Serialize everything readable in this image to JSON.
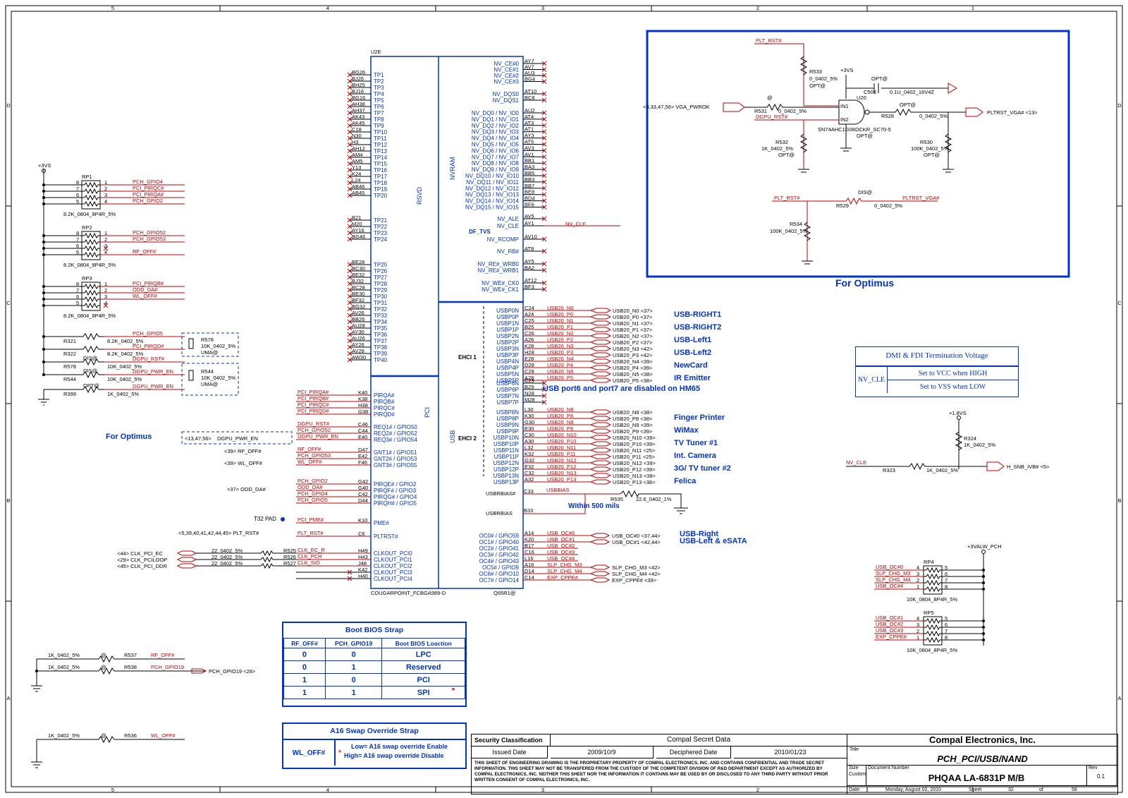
{
  "frame": {
    "columns": [
      "5",
      "4",
      "3",
      "2",
      "1"
    ],
    "rows": [
      "D",
      "C",
      "B",
      "A"
    ]
  },
  "chip": {
    "ref": "U2E",
    "part": "COUGARPOINT_FCBGA989-D",
    "pcb_ref": "Q65R1@",
    "sections": {
      "rsvd": "RSVD",
      "nvram": "NVRAM",
      "pci": "PCI",
      "usb": "USB",
      "ehci1": "EHCI 1",
      "ehci2": "EHCI 2"
    },
    "left_tp": [
      [
        "BG26",
        "TP1"
      ],
      [
        "BJ26",
        "TP2"
      ],
      [
        "BH25",
        "TP3"
      ],
      [
        "BJ16",
        "TP4"
      ],
      [
        "BG16",
        "TP5"
      ],
      [
        "AH38",
        "TP6"
      ],
      [
        "AH37",
        "TP7"
      ],
      [
        "AK43",
        "TP8"
      ],
      [
        "AK45",
        "TP9"
      ],
      [
        "C18",
        "TP10"
      ],
      [
        "N30",
        "TP11"
      ],
      [
        "H3",
        "TP12"
      ],
      [
        "AH12",
        "TP13"
      ],
      [
        "AM4",
        "TP14"
      ],
      [
        "AM5",
        "TP15"
      ],
      [
        "Y13",
        "TP16"
      ],
      [
        "K24",
        "TP17"
      ],
      [
        "L24",
        "TP18"
      ],
      [
        "AB46",
        "TP19"
      ],
      [
        "AB45",
        "TP20"
      ]
    ],
    "left_tp2": [
      [
        "B21",
        "TP21"
      ],
      [
        "M20",
        "TP22"
      ],
      [
        "AY16",
        "TP23"
      ],
      [
        "BG46",
        "TP24"
      ]
    ],
    "left_tp3": [
      [
        "BE28",
        "TP25"
      ],
      [
        "BC30",
        "TP26"
      ],
      [
        "BE32",
        "TP27"
      ],
      [
        "BJ32",
        "TP28"
      ],
      [
        "BC28",
        "TP29"
      ],
      [
        "BE30",
        "TP30"
      ],
      [
        "BF32",
        "TP31"
      ],
      [
        "BG32",
        "TP32"
      ],
      [
        "AV26",
        "TP33"
      ],
      [
        "BB26",
        "TP34"
      ],
      [
        "AU28",
        "TP35"
      ],
      [
        "AY30",
        "TP36"
      ],
      [
        "AU26",
        "TP37"
      ],
      [
        "AY26",
        "TP38"
      ],
      [
        "AV28",
        "TP39"
      ],
      [
        "AW30",
        "TP40"
      ]
    ],
    "pci_pins": [
      [
        "PCI_PIRQA#",
        "K40",
        "PIRQA#"
      ],
      [
        "PCI_PIRQB#",
        "K38",
        "PIRQB#"
      ],
      [
        "PCI_PIRQC#",
        "H38",
        "PIRQC#"
      ],
      [
        "PCI_PIRQD#",
        "G38",
        "PIRQD#"
      ],
      [
        "DGPU_RST#",
        "C46",
        "REQ1# / GPIO50"
      ],
      [
        "PCH_GPIO52",
        "C44",
        "REQ2# / GPIO52"
      ],
      [
        "DGPU_PWR_EN",
        "E40",
        "REQ3# / GPIO54"
      ],
      [
        "RF_OFF#",
        "D47",
        "GNT1# / GPIO51"
      ],
      [
        "PCH_GPIO53",
        "E42",
        "GNT2# / GPIO53"
      ],
      [
        "WL_OFF#",
        "F46",
        "GNT3# / GPIO55"
      ],
      [
        "PCH_GPIO2",
        "G42",
        "PIRQE# / GPIO2"
      ],
      [
        "ODD_DA#",
        "G40",
        "PIRQF# / GPIO3"
      ],
      [
        "PCH_GPIO4",
        "C42",
        "PIRQG# / GPIO4"
      ],
      [
        "PCH_GPIO5",
        "D44",
        "PIRQH# / GPIO5"
      ],
      [
        "PCI_PME#",
        "K10",
        "PME#"
      ],
      [
        "PLT_RST#",
        "C6",
        "PLTRST#"
      ],
      [
        "CLK_EC_R",
        "H49",
        "CLKOUT_PCI0"
      ],
      [
        "CLK_PCH",
        "H43",
        "CLKOUT_PCI1"
      ],
      [
        "CLK_SIO",
        "J48",
        "CLKOUT_PCI2"
      ],
      [
        "",
        "K42",
        "CLKOUT_PCI3"
      ],
      [
        "",
        "H40",
        "CLKOUT_PCI4"
      ]
    ],
    "nv_pins": [
      [
        "NV_CE#0",
        "AY7"
      ],
      [
        "NV_CE#1",
        "AV7"
      ],
      [
        "NV_CE#2",
        "AU3"
      ],
      [
        "NV_CE#3",
        "BG4"
      ],
      [
        "NV_DQS0",
        "AT10"
      ],
      [
        "NV_DQS1",
        "BC8"
      ],
      [
        "NV_DQ0 / NV_IO0",
        "AU2"
      ],
      [
        "NV_DQ1 / NV_IO1",
        "AT4"
      ],
      [
        "NV_DQ2 / NV_IO2",
        "AT3"
      ],
      [
        "NV_DQ3 / NV_IO3",
        "AT1"
      ],
      [
        "NV_DQ4 / NV_IO4",
        "AY3"
      ],
      [
        "NV_DQ5 / NV_IO5",
        "AT5"
      ],
      [
        "NV_DQ6 / NV_IO6",
        "AV3"
      ],
      [
        "NV_DQ7 / NV_IO7",
        "AV1"
      ],
      [
        "NV_DQ8 / NV_IO8",
        "BB1"
      ],
      [
        "NV_DQ9 / NV_IO9",
        "BA3"
      ],
      [
        "NV_DQ10 / NV_IO10",
        "BB5"
      ],
      [
        "NV_DQ11 / NV_IO11",
        "BB3"
      ],
      [
        "NV_DQ12 / NV_IO12",
        "BB7"
      ],
      [
        "NV_DQ13 / NV_IO13",
        "BE8"
      ],
      [
        "NV_DQ14 / NV_IO14",
        "BD4"
      ],
      [
        "NV_DQ15 / NV_IO15",
        "BF6"
      ],
      [
        "NV_ALE",
        "AV5"
      ],
      [
        "NV_CLE",
        "AY1"
      ],
      [
        "NV_RCOMP",
        "AV10"
      ],
      [
        "NV_RB#",
        "AT8"
      ],
      [
        "NV_RE#_WRB0",
        "AY5"
      ],
      [
        "NV_RE#_WRB1",
        "BA2"
      ],
      [
        "NV_WE#_CK0",
        "AT12"
      ],
      [
        "NV_WE#_CK1",
        "BF3"
      ]
    ],
    "df_tvs": "DF_TVS",
    "usb_ports": [
      [
        "USBP0N",
        "C24",
        "USB20_N0",
        "USB20_N0 <37>"
      ],
      [
        "USBP0P",
        "A24",
        "USB20_P0",
        "USB20_P0 <37>"
      ],
      [
        "USBP1N",
        "C25",
        "USB20_N1",
        "USB20_N1 <37>"
      ],
      [
        "USBP1P",
        "B25",
        "USB20_P1",
        "USB20_P1 <37>"
      ],
      [
        "USBP2N",
        "C26",
        "USB20_N2",
        "USB20_N2 <37>"
      ],
      [
        "USBP2P",
        "A26",
        "USB20_P2",
        "USB20_P2 <37>"
      ],
      [
        "USBP3N",
        "K28",
        "USB20_N3",
        "USB20_N3 <42>"
      ],
      [
        "USBP3P",
        "H28",
        "USB20_P3",
        "USB20_P3 <42>"
      ],
      [
        "USBP4N",
        "E28",
        "USB20_N4",
        "USB20_N4 <39>"
      ],
      [
        "USBP4P",
        "D28",
        "USB20_P4",
        "USB20_P4 <39>"
      ],
      [
        "USBP5N",
        "C28",
        "USB20_N5",
        "USB20_N5 <38>"
      ],
      [
        "USBP5P",
        "A28",
        "USB20_P5",
        "USB20_P5 <38>"
      ],
      [
        "USBP6N",
        "C29",
        "",
        ""
      ],
      [
        "USBP6P",
        "B29",
        "",
        ""
      ],
      [
        "USBP7N",
        "N28",
        "",
        ""
      ],
      [
        "USBP7P",
        "M28",
        "",
        ""
      ],
      [
        "USBP8N",
        "L30",
        "USB20_N8",
        "USB20_N8 <38>"
      ],
      [
        "USBP8P",
        "K30",
        "USB20_P8",
        "USB20_P8 <38>"
      ],
      [
        "USBP9N",
        "G30",
        "USB20_N9",
        "USB20_N9 <39>"
      ],
      [
        "USBP9P",
        "E30",
        "USB20_P9",
        "USB20_P9 <39>"
      ],
      [
        "USBP10N",
        "C30",
        "USB20_N10",
        "USB20_N10 <39>"
      ],
      [
        "USBP10P",
        "A30",
        "USB20_P10",
        "USB20_P10 <39>"
      ],
      [
        "USBP11N",
        "L32",
        "USB20_N11",
        "USB20_N11 <25>"
      ],
      [
        "USBP11P",
        "K32",
        "USB20_P11",
        "USB20_P11 <25>"
      ],
      [
        "USBP12N",
        "G32",
        "USB20_N12",
        "USB20_N12 <39>"
      ],
      [
        "USBP12P",
        "E32",
        "USB20_P12",
        "USB20_P12 <39>"
      ],
      [
        "USBP13N",
        "C32",
        "USB20_N13",
        "USB20_N13 <38>"
      ],
      [
        "USBP13P",
        "A32",
        "USB20_P13",
        "USB20_P13 <38>"
      ]
    ],
    "usb_labels": [
      "USB-RIGHT1",
      "USB-RIGHT2",
      "USB-Left1",
      "USB-Left2",
      "NewCard",
      "IR Emitter",
      "Finger Printer",
      "WiMax",
      "TV Tuner #1",
      "Int. Camera",
      "3G/ TV tuner #2",
      "Felica"
    ],
    "usb_note": "USB port6 and port7 are disabled on HM65",
    "usbrbias": {
      "pin1": "USBRBIAS#",
      "pad1": "C33",
      "pin2": "USBRBIAS",
      "pad2": "B33",
      "net": "USBBIAS",
      "res": "R535",
      "val": "22.6_0402_1%",
      "note": "Within 500 mils"
    },
    "oc_pins": [
      [
        "OC0# / GPIO59",
        "A14",
        "USB_OC#0",
        "USB_OC#0 <37,44>"
      ],
      [
        "OC1# / GPIO40",
        "K20",
        "USB_OC#1",
        "USB_OC#1 <42,44>"
      ],
      [
        "OC2# / GPIO41",
        "B17",
        "USB_OC#2",
        ""
      ],
      [
        "OC3# / GPIO42",
        "C16",
        "USB_OC#3",
        ""
      ],
      [
        "OC4# / GPIO43",
        "L16",
        "USB_OC#4",
        ""
      ],
      [
        "OC5# / GPIO9",
        "A16",
        "SLP_CHG_M3",
        "SLP_CHG_M3 <42>"
      ],
      [
        "OC6# / GPIO10",
        "D14",
        "SLP_CHG_M4",
        "SLP_CHG_M4 <42>"
      ],
      [
        "OC7# / GPIO14",
        "C14",
        "EXP_CPPE#",
        "EXP_CPPE# <39>"
      ]
    ],
    "oc_labels": [
      "USB-Right",
      "USB-Left & eSATA"
    ]
  },
  "left_parts": {
    "rail": "+3VS",
    "rp1": {
      "ref": "RP1",
      "val": "8.2K_0804_8P4R_5%",
      "pins": [
        "8",
        "7",
        "6",
        "5"
      ],
      "pins2": [
        "1",
        "2",
        "3",
        "4"
      ],
      "nets": [
        "PCH_GPIO4",
        "PCI_PIRQC#",
        "PCI_PIRQA#",
        "PCH_GPIO2"
      ]
    },
    "rp2": {
      "ref": "RP2",
      "val": "8.2K_0804_8P4R_5%",
      "pins": [
        "8",
        "7",
        "6",
        "5"
      ],
      "pins2": [
        "1",
        "2",
        "3",
        "4"
      ],
      "nets": [
        "PCH_GPIO52",
        "PCH_GPIO53",
        "",
        "RF_OFF#"
      ]
    },
    "rp3": {
      "ref": "RP3",
      "val": "8.2K_0804_8P4R_5%",
      "pins": [
        "8",
        "7",
        "6",
        "5"
      ],
      "pins2": [
        "1",
        "2",
        "3",
        "4"
      ],
      "nets": [
        "PCI_PIRQB#",
        "ODD_DA#",
        "WL_OFF#",
        ""
      ]
    },
    "resistors": [
      {
        "ref": "R321",
        "val": "8.2K_0402_5%",
        "net": "PCH_GPIO5",
        "pre": ""
      },
      {
        "ref": "R322",
        "val": "8.2K_0402_5%",
        "net": "PCI_PIRQD#",
        "pre": ""
      },
      {
        "ref": "R578",
        "val": "10K_0402_5%",
        "net": "DGPU_RST#",
        "pre": "DIS@"
      },
      {
        "ref": "R544",
        "val": "10K_0402_5%",
        "net": "DGPU_PWR_EN",
        "pre": "DIS@"
      },
      {
        "ref": "R399",
        "val": "1K_0402_5%",
        "net": "DGPU_PWR_EN",
        "pre": "OPT@"
      }
    ],
    "uma1": {
      "ref": "R578",
      "val": "10K_0402_5%",
      "opt": "UMA@"
    },
    "uma2": {
      "ref": "R544",
      "val": "10K_0402_5%",
      "opt": "UMA@"
    },
    "for_optimus": "For Optimus",
    "dgpu_pwr": "DGPU_PWR_EN",
    "dgpu_ref": "<13,47,56>",
    "rf_off": "<39>  RF_OFF#",
    "wl_off": "<39>  WL_OFF#",
    "odd_da": "<37>  ODD_DA#",
    "t32": "T32  PAD",
    "plt_rst": "<5,39,40,41,42,44,45>  PLT_RST#",
    "clk_nets": [
      "<44>  CLK_PCI_EC",
      "<29>  CLK_PCILOOP",
      "<45>  CLK_PCI_DDR"
    ],
    "clk_res": [
      [
        "22_0402_5%",
        "R525"
      ],
      [
        "22_0402_5%",
        "R526"
      ],
      [
        "22_0402_5%",
        "R527"
      ]
    ]
  },
  "optimus": {
    "title": "For Optimus",
    "plt_rst": "PLT_RST#",
    "r533": [
      "R533",
      "0_0402_5%",
      "OPT@"
    ],
    "vcc": "+3VS",
    "c508": [
      "OPT@",
      "C508",
      "0.1U_0402_16V4Z"
    ],
    "u20": [
      "U20",
      "SN74AHC1G08DCKR_SC70-5",
      "OPT@"
    ],
    "in1": "IN1",
    "in2": "IN2",
    "pin_nums": [
      "1",
      "2",
      "3",
      "4",
      "5"
    ],
    "vga_pwrok": "<3,33,47,56>  VGA_PWROK",
    "r531": [
      "@",
      "R531",
      "0_0402_5%"
    ],
    "dgpu_rst": "DGPU_RST#",
    "r528": [
      "OPT@",
      "R528",
      "0_0402_5%"
    ],
    "pltrst_vga": "PLTRST_VGA#  <13>",
    "r532": [
      "R532",
      "1K_0402_5%",
      "OPT@"
    ],
    "r530": [
      "R530",
      "100K_0402_5%",
      "OPT@"
    ],
    "r529": [
      "DIS@",
      "R529",
      "0_0402_5%"
    ],
    "plt_rst2": "PLT_RST#",
    "pltrst_vga2": "PLTRST_VGA#",
    "r534": [
      "R534",
      "100K_0402_5%"
    ]
  },
  "dmi": {
    "title": "DMI & FDI Termination Voltage",
    "nv_cle": "NV_CLE",
    "high": "Set to VCC when HIGH",
    "low": "Set to VSS when LOW"
  },
  "nvcle": {
    "rail": "+1.8VS",
    "r324": [
      "R324",
      "1K_0402_5%"
    ],
    "net": "NV_CLE",
    "r323": [
      "R323",
      "1K_0402_5%"
    ],
    "out": "H_SNB_IVB#  <5>",
    "nv_cle_pin": "NV_CLE"
  },
  "rp45": {
    "rail": "+3VALW_PCH",
    "rp4": {
      "ref": "RP4",
      "val": "10K_0804_8P4R_5%",
      "nets": [
        "USB_OC#0",
        "SLP_CHG_M3",
        "SLP_CHG_M4",
        "USB_OC#4"
      ],
      "pins": [
        "4",
        "3",
        "2",
        "1"
      ],
      "pins2": [
        "5",
        "6",
        "7",
        "8"
      ]
    },
    "rp5": {
      "ref": "RP5",
      "val": "10K_0804_8P4R_5%",
      "nets": [
        "USB_OC#1",
        "USB_OC#2",
        "USB_OC#3",
        "EXP_CPPE#"
      ],
      "pins": [
        "4",
        "3",
        "2",
        "1"
      ],
      "pins2": [
        "5",
        "6",
        "7",
        "8"
      ]
    }
  },
  "bottom_left": {
    "r537": [
      "1K_0402_5%",
      "R537",
      "RF_OFF#"
    ],
    "r538": [
      "1K_0402_5%",
      "R538",
      "PCH_GPIO19",
      "PCH_GPIO19  <28>"
    ],
    "r536": [
      "1K_0402_5%",
      "R536",
      "WL_OFF#"
    ],
    "at": "@"
  },
  "boot_bios": {
    "title": "Boot BIOS Strap",
    "headers": [
      "RF_OFF#",
      "PCH_GPIO19",
      "Boot BIOS Loaction"
    ],
    "rows": [
      [
        "0",
        "0",
        "LPC"
      ],
      [
        "0",
        "1",
        "Reserved"
      ],
      [
        "1",
        "0",
        "PCI"
      ],
      [
        "1",
        "1",
        "SPI"
      ]
    ],
    "star": "*"
  },
  "a16": {
    "title": "A16 Swap Override Strap",
    "signal": "WL_OFF#",
    "star": "*",
    "low": "Low= A16 swap override Enable",
    "high": "High= A16 swap override Disable"
  },
  "title_block": {
    "security_label": "Security Classification",
    "security_value": "Compal Secret Data",
    "issued_label": "Issued Date",
    "issued_value": "2009/10/9",
    "deciphered_label": "Deciphered Date",
    "deciphered_value": "2010/01/23",
    "company": "Compal Electronics, Inc.",
    "title_label": "Title",
    "title": "PCH_PCI/USB/NAND",
    "notice": "THIS SHEET OF ENGINEERING DRAWING IS THE PROPRIETARY PROPERTY OF COMPAL ELECTRONICS, INC. AND CONTAINS CONFIDENTIAL AND TRADE SECRET INFORMATION. THIS SHEET MAY NOT BE TRANSFERED FROM THE CUSTODY OF THE COMPETENT DIVISION OF R&D DEPARTMENT EXCEPT AS AUTHORIZED BY COMPAL ELECTRONICS, INC. NEITHER THIS SHEET NOR THE INFORMATION IT CONTAINS MAY BE USED BY OR DISCLOSED TO ANY THIRD PARTY WITHOUT PRIOR WRITTEN CONSENT OF COMPAL ELECTRONICS, INC.",
    "size_label": "Size",
    "size_value": "Custom",
    "docnum_label": "Document Number",
    "docnum": "PHQAA  LA-6831P M/B",
    "rev_label": "Rev",
    "rev": "0.1",
    "date_label": "Date:",
    "date": "Monday, August 02, 2010",
    "sheet_label": "Sheet",
    "sheet": "32",
    "of_label": "of",
    "total": "58"
  }
}
